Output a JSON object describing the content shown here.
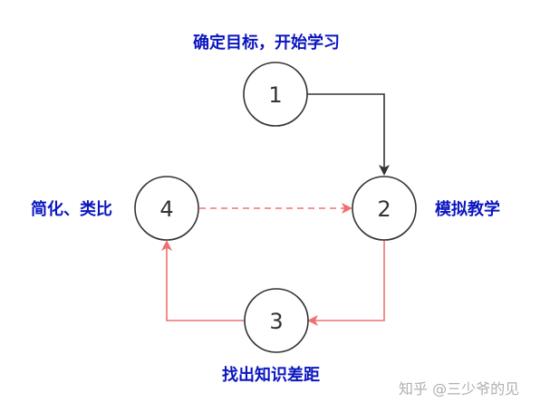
{
  "diagram": {
    "nodes": [
      {
        "id": "1",
        "text": "1",
        "label": "确定目标，开始学习"
      },
      {
        "id": "2",
        "text": "2",
        "label": "模拟教学"
      },
      {
        "id": "3",
        "text": "3",
        "label": "找出知识差距"
      },
      {
        "id": "4",
        "text": "4",
        "label": "简化、类比"
      }
    ],
    "edges": [
      {
        "from": "1",
        "to": "2",
        "style": "solid",
        "color": "#333333"
      },
      {
        "from": "2",
        "to": "3",
        "style": "solid",
        "color": "#f07070"
      },
      {
        "from": "3",
        "to": "4",
        "style": "solid",
        "color": "#f07070"
      },
      {
        "from": "4",
        "to": "2",
        "style": "dashed",
        "color": "#f07070"
      }
    ],
    "colors": {
      "label": "#0b16c0",
      "node_stroke": "#333333",
      "node_text": "#333333",
      "accent": "#f07070",
      "watermark": "#b0b0b0"
    }
  },
  "watermark": {
    "text": "知乎 @三少爷的见"
  }
}
